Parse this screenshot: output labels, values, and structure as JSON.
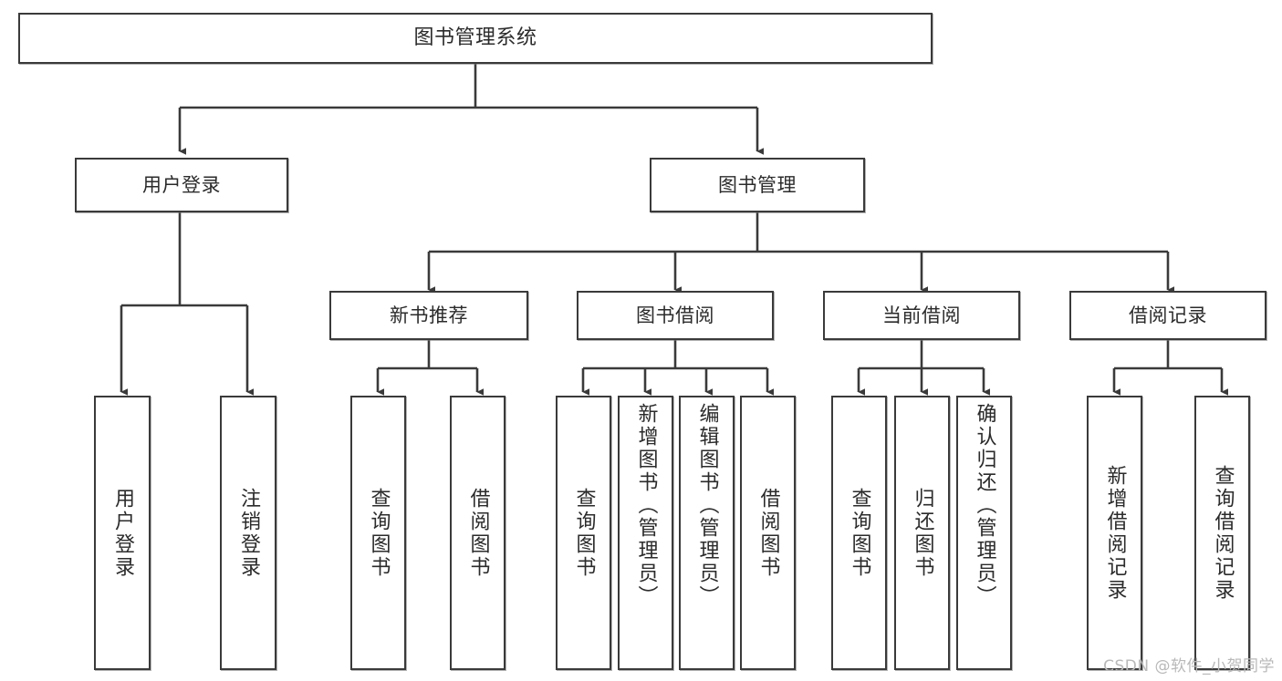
{
  "diagram": {
    "title": "图书管理系统",
    "type": "tree",
    "watermark": "CSDN @软件_小贺同学",
    "colors": {
      "stroke": "#3a3a3a",
      "fill": "#ffffff",
      "text": "#2b2b2b",
      "watermark": "#b9b9b9"
    },
    "nodes": {
      "root": {
        "label": "图书管理系统"
      },
      "level1": [
        {
          "id": "user-login",
          "label": "用户登录"
        },
        {
          "id": "book-manage",
          "label": "图书管理"
        }
      ],
      "level2": [
        {
          "id": "new-book-recommend",
          "label": "新书推荐"
        },
        {
          "id": "book-borrow",
          "label": "图书借阅"
        },
        {
          "id": "current-borrow",
          "label": "当前借阅"
        },
        {
          "id": "borrow-record",
          "label": "借阅记录"
        }
      ],
      "leaves": {
        "user_login": [
          {
            "id": "leaf-user-login",
            "label": "用户登录"
          },
          {
            "id": "leaf-logout-login",
            "label": "注销登录"
          }
        ],
        "new_book_recommend": [
          {
            "id": "leaf-query-book-1",
            "label": "查询图书"
          },
          {
            "id": "leaf-borrow-book-1",
            "label": "借阅图书"
          }
        ],
        "book_borrow": [
          {
            "id": "leaf-query-book-2",
            "label": "查询图书"
          },
          {
            "id": "leaf-add-book",
            "label": "新增图书（管理员）"
          },
          {
            "id": "leaf-edit-book",
            "label": "编辑图书（管理员）"
          },
          {
            "id": "leaf-borrow-book-2",
            "label": "借阅图书"
          }
        ],
        "current_borrow": [
          {
            "id": "leaf-query-book-3",
            "label": "查询图书"
          },
          {
            "id": "leaf-return-book",
            "label": "归还图书"
          },
          {
            "id": "leaf-confirm-return",
            "label": "确认归还（管理员）"
          }
        ],
        "borrow_record": [
          {
            "id": "leaf-add-record",
            "label": "新增借阅记录"
          },
          {
            "id": "leaf-query-record",
            "label": "查询借阅记录"
          }
        ]
      }
    }
  }
}
